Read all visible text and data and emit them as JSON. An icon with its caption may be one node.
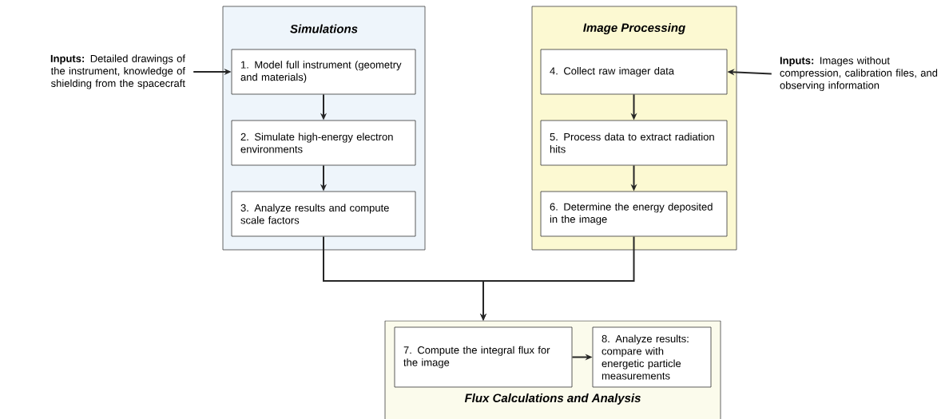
{
  "diagram": {
    "nodes": [
      {
        "text": [
          "Simulations"
        ]
      },
      {
        "text": [
          "1. Model full instrument (geometry and materials)"
        ],
        "in": 0
      },
      {
        "text": [
          "2. Simulate high-energy electron environments"
        ],
        "in": 0
      },
      {
        "text": [
          "3. Analyze results and compute scale factors"
        ],
        "in": 0
      },
      {
        "text": [
          "Image Processing"
        ]
      },
      {
        "text": [
          "4. Collect raw imager data"
        ],
        "in": 4
      },
      {
        "text": [
          "5. Process data to extract radiation hits"
        ],
        "in": 4
      },
      {
        "text": [
          "6. Determine the energy deposited in the image"
        ],
        "in": 4
      },
      {
        "text": [
          "Flux Calculations and Analysis"
        ]
      },
      {
        "text": [
          "7. Compute the integral flux for the image"
        ],
        "in": 8
      },
      {
        "text": [
          "8. Analyze results: compare with energetic particle measurements"
        ],
        "in": 8
      },
      {
        "text": [
          "**Inputs:** Detailed drawings of the instrument, knowledge of shielding from the spacecraft"
        ]
      },
      {
        "text": [
          "**Inputs:** Images without compression, calibration files, and observing information"
        ]
      }
    ],
    "edges": [
      {
        "from": 11,
        "to": 1,
        "arrow": "to"
      },
      {
        "from": 1,
        "to": 2,
        "arrow": "to"
      },
      {
        "from": 2,
        "to": 3,
        "arrow": "to"
      },
      {
        "from": 12,
        "to": 5,
        "arrow": "to"
      },
      {
        "from": 5,
        "to": 6,
        "arrow": "to"
      },
      {
        "from": 6,
        "to": 7,
        "arrow": "to"
      },
      {
        "from": 3,
        "to": 9,
        "arrow": "to"
      },
      {
        "from": 7,
        "to": 9,
        "arrow": "to"
      },
      {
        "from": 9,
        "to": 10,
        "arrow": "to"
      }
    ]
  }
}
